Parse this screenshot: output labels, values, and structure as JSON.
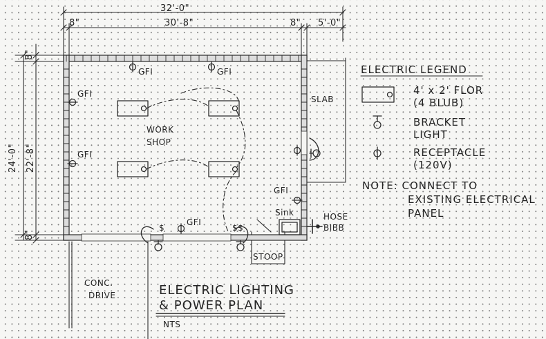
{
  "dimensions": {
    "overall_width": "32'-0\"",
    "left_wall": "8\"",
    "inner_width": "30'-8\"",
    "right_wall": "8\"",
    "slab_width": "5'-0\"",
    "top_wall": "8\"",
    "overall_depth": "24'-0\"",
    "inner_depth": "22'-8\"",
    "bottom_wall": "8\""
  },
  "plan_labels": {
    "gfi": "GFI",
    "room_line1": "WORK",
    "room_line2": "SHOP",
    "slab": "SLAB",
    "sink": "Sink",
    "hose_line1": "HOSE",
    "hose_line2": "BIBB",
    "stoop": "STOOP",
    "drive_line1": "CONC.",
    "drive_line2": "DRIVE",
    "switch": "$",
    "double_switch": "$$"
  },
  "legend": {
    "title": "ELECTRIC LEGEND",
    "items": [
      {
        "line1": "4' x 2' FLOR",
        "line2": "(4 BLUB)",
        "icon": "fluorescent-fixture-icon"
      },
      {
        "line1": "BRACKET",
        "line2": "LIGHT",
        "icon": "bracket-light-icon"
      },
      {
        "line1": "RECEPTACLE",
        "line2": "(120V)",
        "icon": "receptacle-icon"
      }
    ],
    "note_line1": "NOTE: CONNECT TO",
    "note_line2": "EXISTING ELECTRICAL",
    "note_line3": "PANEL"
  },
  "title_block": {
    "line1": "ELECTRIC LIGHTING",
    "line2": "& POWER PLAN",
    "scale": "NTS"
  }
}
